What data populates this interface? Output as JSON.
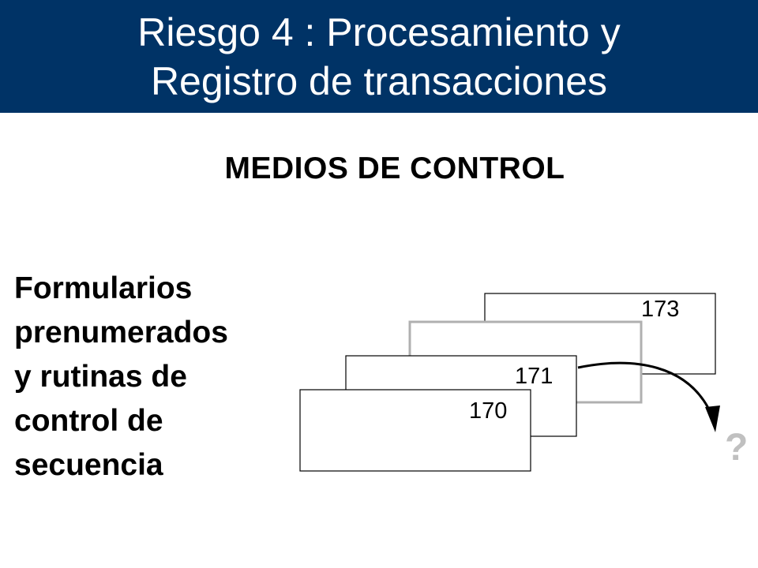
{
  "title": {
    "line1": "Riesgo 4 : Procesamiento y",
    "line2": "Registro de transacciones"
  },
  "subtitle": "MEDIOS DE CONTROL",
  "description": {
    "lines": [
      "Formularios",
      "prenumerados",
      "y rutinas de",
      "control de",
      "secuencia"
    ]
  },
  "forms": {
    "form_173": "173",
    "form_171": "171",
    "form_170": "170"
  },
  "missing_marker": "?",
  "colors": {
    "title_bar": "#003366",
    "title_text": "#ffffff",
    "missing_form_border": "#b0b0b0",
    "question_mark": "#c0c0c0"
  }
}
